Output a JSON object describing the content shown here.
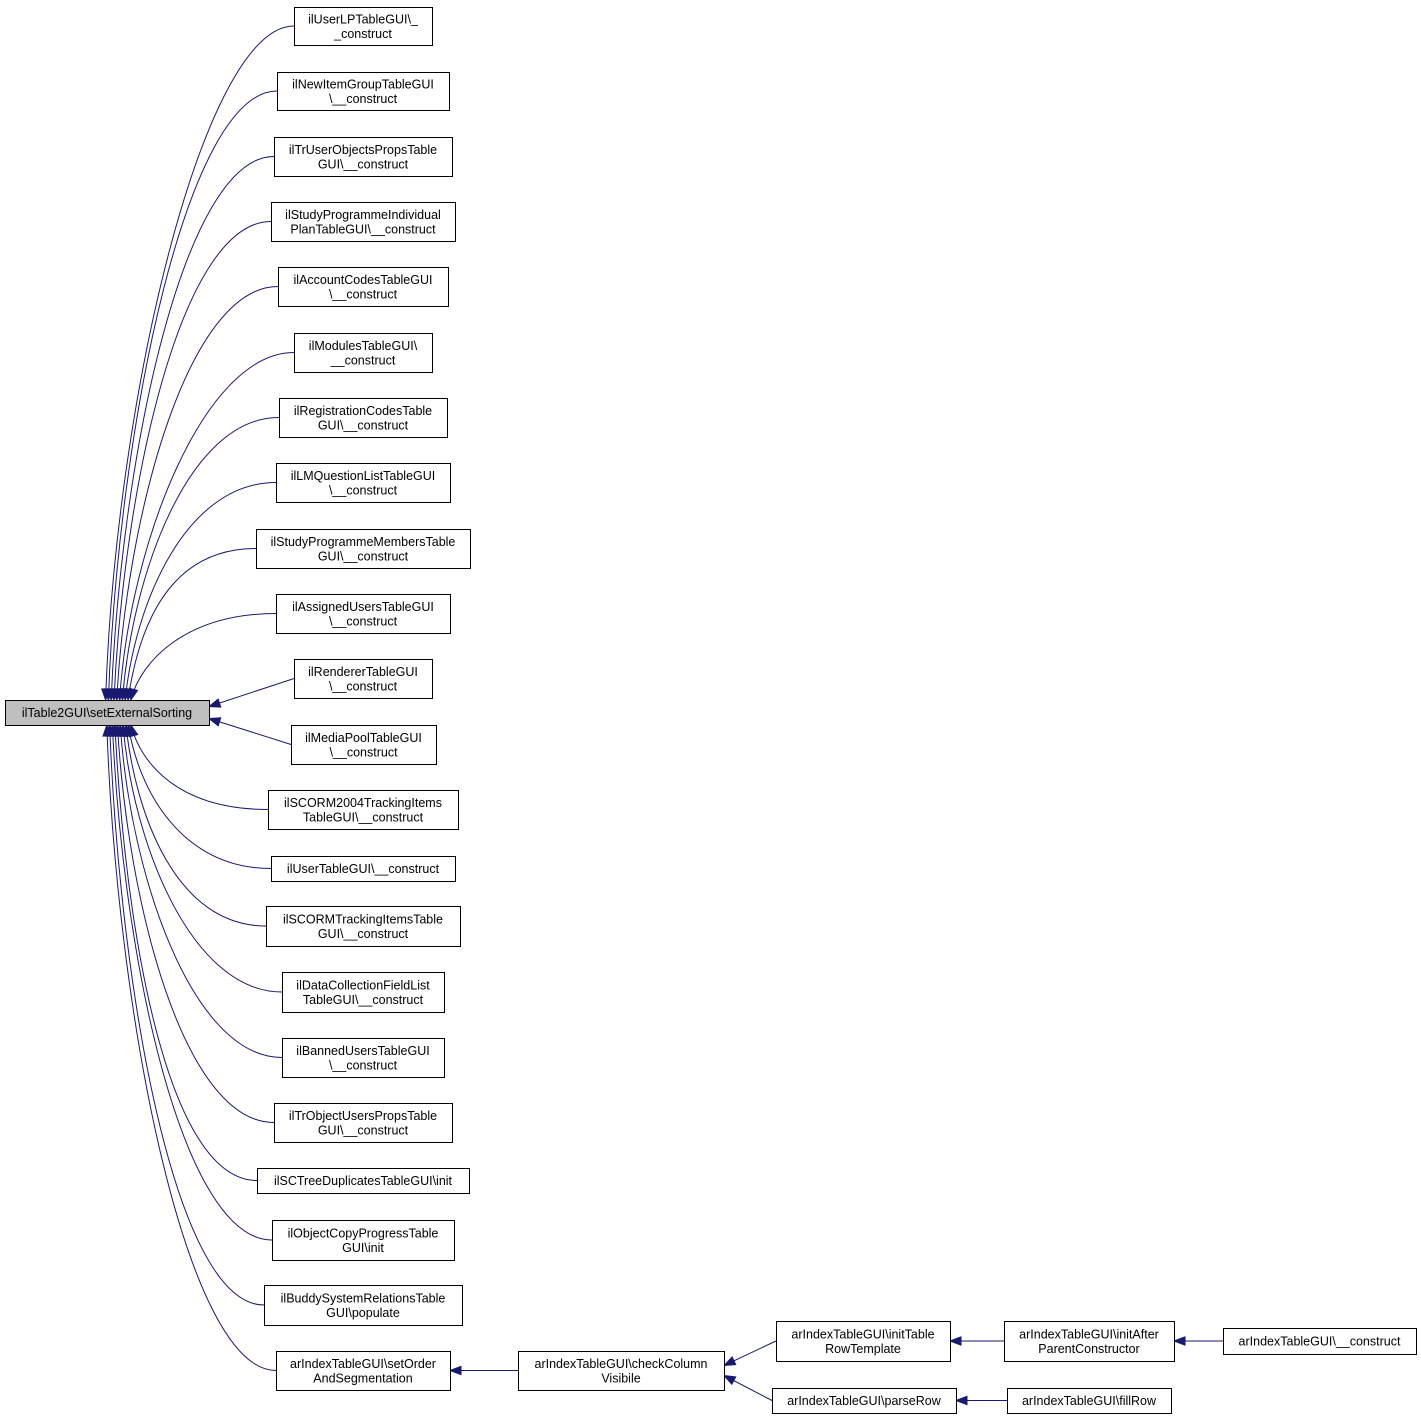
{
  "diagram": {
    "root": {
      "id": "root",
      "lines": [
        "ilTable2GUI\\setExternalSorting"
      ]
    },
    "nodes": [
      {
        "id": "n1",
        "lines": [
          "ilUserLPTableGUI\\_",
          "_construct"
        ]
      },
      {
        "id": "n2",
        "lines": [
          "ilNewItemGroupTableGUI",
          "\\__construct"
        ]
      },
      {
        "id": "n3",
        "lines": [
          "ilTrUserObjectsPropsTable",
          "GUI\\__construct"
        ]
      },
      {
        "id": "n4",
        "lines": [
          "ilStudyProgrammeIndividual",
          "PlanTableGUI\\__construct"
        ]
      },
      {
        "id": "n5",
        "lines": [
          "ilAccountCodesTableGUI",
          "\\__construct"
        ]
      },
      {
        "id": "n6",
        "lines": [
          "ilModulesTableGUI\\",
          "__construct"
        ]
      },
      {
        "id": "n7",
        "lines": [
          "ilRegistrationCodesTable",
          "GUI\\__construct"
        ]
      },
      {
        "id": "n8",
        "lines": [
          "ilLMQuestionListTableGUI",
          "\\__construct"
        ]
      },
      {
        "id": "n9",
        "lines": [
          "ilStudyProgrammeMembersTable",
          "GUI\\__construct"
        ]
      },
      {
        "id": "n10",
        "lines": [
          "ilAssignedUsersTableGUI",
          "\\__construct"
        ]
      },
      {
        "id": "n11",
        "lines": [
          "ilRendererTableGUI",
          "\\__construct"
        ]
      },
      {
        "id": "n12",
        "lines": [
          "ilMediaPoolTableGUI",
          "\\__construct"
        ]
      },
      {
        "id": "n13",
        "lines": [
          "ilSCORM2004TrackingItems",
          "TableGUI\\__construct"
        ]
      },
      {
        "id": "n14",
        "lines": [
          "ilUserTableGUI\\__construct"
        ]
      },
      {
        "id": "n15",
        "lines": [
          "ilSCORMTrackingItemsTable",
          "GUI\\__construct"
        ]
      },
      {
        "id": "n16",
        "lines": [
          "ilDataCollectionFieldList",
          "TableGUI\\__construct"
        ]
      },
      {
        "id": "n17",
        "lines": [
          "ilBannedUsersTableGUI",
          "\\__construct"
        ]
      },
      {
        "id": "n18",
        "lines": [
          "ilTrObjectUsersPropsTable",
          "GUI\\__construct"
        ]
      },
      {
        "id": "n19",
        "lines": [
          "ilSCTreeDuplicatesTableGUI\\init"
        ]
      },
      {
        "id": "n20",
        "lines": [
          "ilObjectCopyProgressTable",
          "GUI\\init"
        ]
      },
      {
        "id": "n21",
        "lines": [
          "ilBuddySystemRelationsTable",
          "GUI\\populate"
        ]
      },
      {
        "id": "n22",
        "lines": [
          "arIndexTableGUI\\setOrder",
          "AndSegmentation"
        ]
      },
      {
        "id": "n23",
        "lines": [
          "arIndexTableGUI\\checkColumn",
          "Visibile"
        ]
      },
      {
        "id": "n24",
        "lines": [
          "arIndexTableGUI\\initTable",
          "RowTemplate"
        ]
      },
      {
        "id": "n25",
        "lines": [
          "arIndexTableGUI\\parseRow"
        ]
      },
      {
        "id": "n26",
        "lines": [
          "arIndexTableGUI\\initAfter",
          "ParentConstructor"
        ]
      },
      {
        "id": "n27",
        "lines": [
          "arIndexTableGUI\\fillRow"
        ]
      },
      {
        "id": "n28",
        "lines": [
          "arIndexTableGUI\\__construct"
        ]
      }
    ],
    "edges": [
      {
        "from": "n1",
        "to": "root"
      },
      {
        "from": "n2",
        "to": "root"
      },
      {
        "from": "n3",
        "to": "root"
      },
      {
        "from": "n4",
        "to": "root"
      },
      {
        "from": "n5",
        "to": "root"
      },
      {
        "from": "n6",
        "to": "root"
      },
      {
        "from": "n7",
        "to": "root"
      },
      {
        "from": "n8",
        "to": "root"
      },
      {
        "from": "n9",
        "to": "root"
      },
      {
        "from": "n10",
        "to": "root"
      },
      {
        "from": "n11",
        "to": "root"
      },
      {
        "from": "n12",
        "to": "root"
      },
      {
        "from": "n13",
        "to": "root"
      },
      {
        "from": "n14",
        "to": "root"
      },
      {
        "from": "n15",
        "to": "root"
      },
      {
        "from": "n16",
        "to": "root"
      },
      {
        "from": "n17",
        "to": "root"
      },
      {
        "from": "n18",
        "to": "root"
      },
      {
        "from": "n19",
        "to": "root"
      },
      {
        "from": "n20",
        "to": "root"
      },
      {
        "from": "n21",
        "to": "root"
      },
      {
        "from": "n22",
        "to": "root"
      },
      {
        "from": "n23",
        "to": "n22"
      },
      {
        "from": "n24",
        "to": "n23"
      },
      {
        "from": "n25",
        "to": "n23"
      },
      {
        "from": "n26",
        "to": "n24"
      },
      {
        "from": "n27",
        "to": "n25"
      },
      {
        "from": "n28",
        "to": "n26"
      }
    ]
  }
}
